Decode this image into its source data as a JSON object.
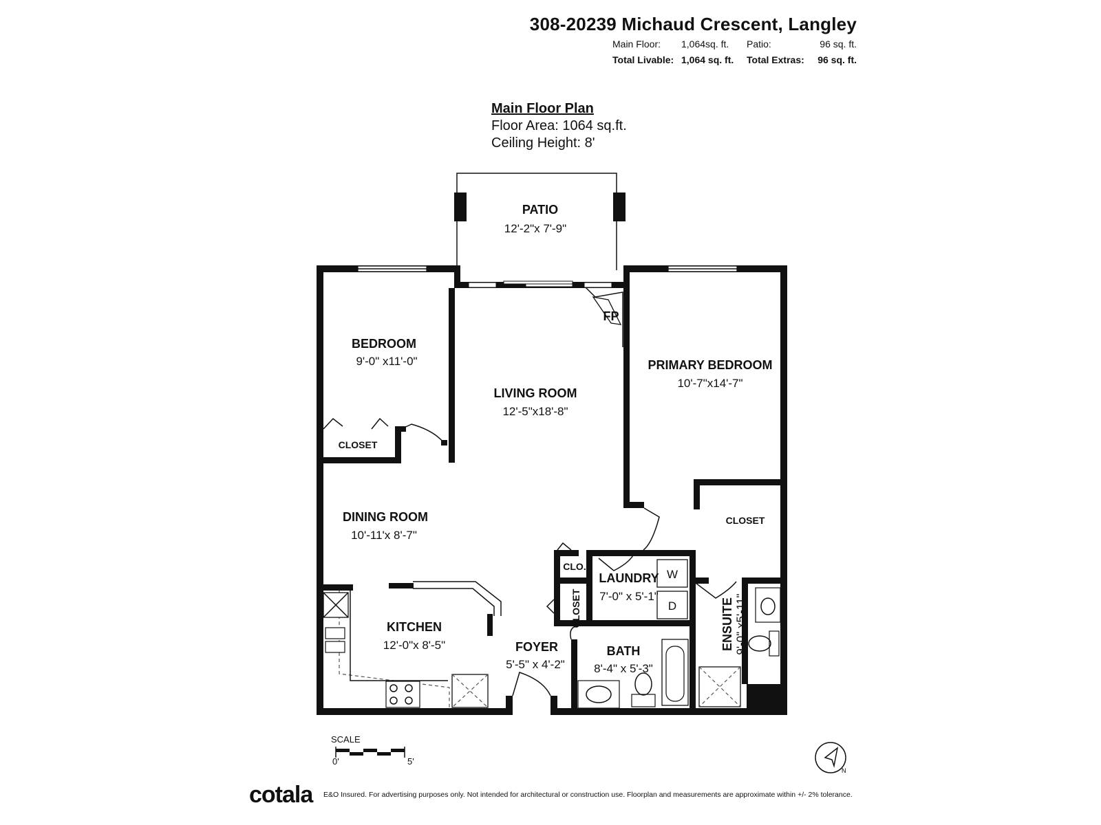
{
  "header": {
    "address": "308-20239 Michaud Crescent, Langley",
    "rows": [
      {
        "label1": "Main Floor:",
        "value1": "1,064sq. ft.",
        "label2": "Patio:",
        "value2": "96 sq. ft."
      },
      {
        "label1": "Total Livable:",
        "value1": "1,064 sq. ft.",
        "label2": "Total Extras:",
        "value2": "96 sq. ft."
      }
    ]
  },
  "plan_info": {
    "title": "Main Floor Plan",
    "floor_area": "Floor Area: 1064 sq.ft.",
    "ceiling_height": "Ceiling Height: 8'"
  },
  "rooms": {
    "patio": {
      "name": "PATIO",
      "dims": "12'-2\"x 7'-9\""
    },
    "fp": {
      "name": "FP"
    },
    "bedroom": {
      "name": "BEDROOM",
      "dims": "9'-0\" x11'-0\""
    },
    "living": {
      "name": "LIVING ROOM",
      "dims": "12'-5\"x18'-8\""
    },
    "primary": {
      "name": "PRIMARY BEDROOM",
      "dims": "10'-7\"x14'-7\""
    },
    "closet_bed": {
      "name": "CLOSET"
    },
    "closet_primary": {
      "name": "CLOSET"
    },
    "dining": {
      "name": "DINING ROOM",
      "dims": "10'-11'x 8'-7\""
    },
    "clo": {
      "name": "CLO."
    },
    "closet_v": {
      "name": "CLOSET"
    },
    "laundry": {
      "name": "LAUNDRY",
      "dims": "7'-0\" x 5'-1\""
    },
    "washer": {
      "name": "W"
    },
    "dryer": {
      "name": "D"
    },
    "ensuite": {
      "name": "ENSUITE",
      "dims": "9'-0\" x5'-11\""
    },
    "kitchen": {
      "name": "KITCHEN",
      "dims": "12'-0\"x 8'-5\""
    },
    "foyer": {
      "name": "FOYER",
      "dims": "5'-5\" x 4'-2\""
    },
    "bath": {
      "name": "BATH",
      "dims": "8'-4\" x 5'-3\""
    }
  },
  "scale": {
    "label": "SCALE",
    "start": "0'",
    "end": "5'"
  },
  "compass": {
    "direction": "N"
  },
  "footer": {
    "brand": "cotala",
    "disclaimer": "E&O Insured. For advertising purposes only. Not intended for architectural or construction use. Floorplan and measurements are approximate within +/- 2% tolerance."
  }
}
